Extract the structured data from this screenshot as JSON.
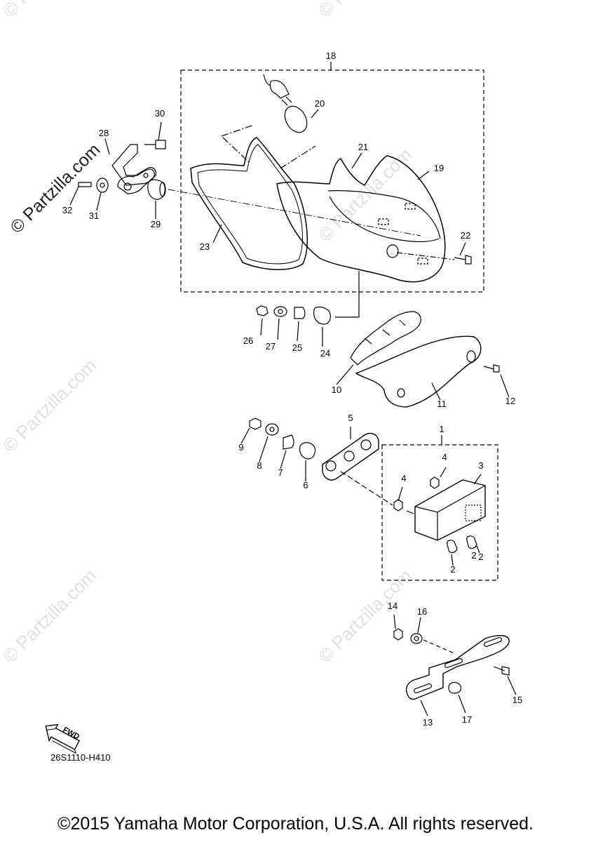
{
  "diagram": {
    "callouts": [
      "1",
      "2",
      "2",
      "2",
      "3",
      "4",
      "4",
      "5",
      "6",
      "7",
      "8",
      "9",
      "10",
      "11",
      "12",
      "13",
      "14",
      "15",
      "16",
      "17",
      "18",
      "19",
      "20",
      "21",
      "22",
      "23",
      "24",
      "25",
      "26",
      "27",
      "28",
      "29",
      "30",
      "31",
      "32"
    ],
    "fwd_label": "FWD",
    "drawing_code": "26S1110-H410"
  },
  "watermark": {
    "text": "© Partzilla.com"
  },
  "footer": {
    "copyright": "©2015 Yamaha Motor Corporation, U.S.A. All rights reserved."
  }
}
